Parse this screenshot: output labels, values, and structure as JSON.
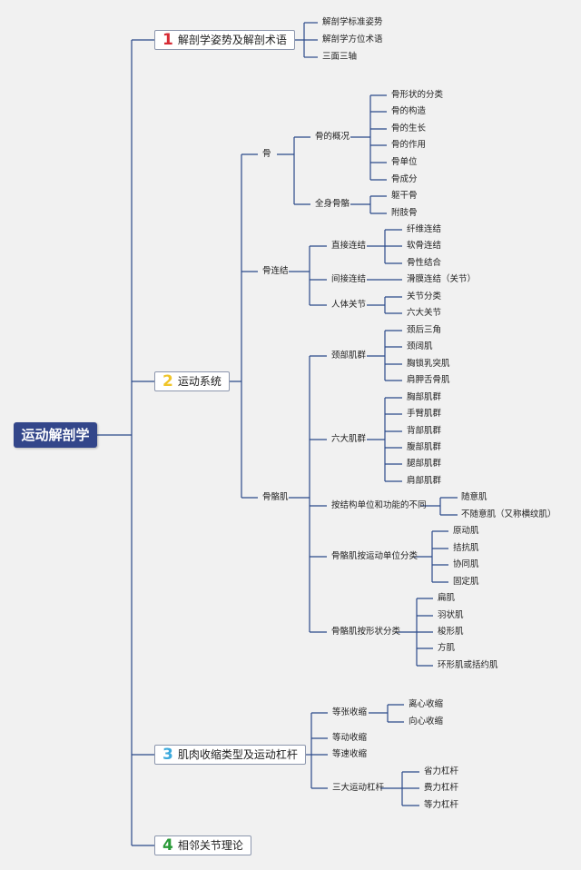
{
  "root": "运动解剖学",
  "branches": [
    {
      "num": "1",
      "label": "解剖学姿势及解剖术语",
      "children": [
        "解剖学标准姿势",
        "解剖学方位术语",
        "三面三轴"
      ]
    },
    {
      "num": "2",
      "label": "运动系统",
      "bone": {
        "label": "骨",
        "overview": {
          "label": "骨的概况",
          "items": [
            "骨形状的分类",
            "骨的构造",
            "骨的生长",
            "骨的作用",
            "骨单位",
            "骨成分"
          ]
        },
        "skeleton": {
          "label": "全身骨骼",
          "items": [
            "躯干骨",
            "附肢骨"
          ]
        }
      },
      "joint": {
        "label": "骨连结",
        "direct": {
          "label": "直接连结",
          "items": [
            "纤维连结",
            "软骨连结",
            "骨性结合"
          ]
        },
        "indirect": {
          "label": "间接连结",
          "items": [
            "滑膜连结（关节）"
          ]
        },
        "human": {
          "label": "人体关节",
          "items": [
            "关节分类",
            "六大关节"
          ]
        }
      },
      "muscle": {
        "label": "骨骼肌",
        "neck": {
          "label": "颈部肌群",
          "items": [
            "颈后三角",
            "颈阔肌",
            "胸锁乳突肌",
            "肩胛舌骨肌"
          ]
        },
        "six": {
          "label": "六大肌群",
          "items": [
            "胸部肌群",
            "手臂肌群",
            "背部肌群",
            "腹部肌群",
            "腿部肌群",
            "肩部肌群"
          ]
        },
        "struct": {
          "label": "按结构单位和功能的不同",
          "items": [
            "随意肌",
            "不随意肌（又称横纹肌）"
          ]
        },
        "motion": {
          "label": "骨骼肌按运动单位分类",
          "items": [
            "原动肌",
            "拮抗肌",
            "协同肌",
            "固定肌"
          ]
        },
        "shape": {
          "label": "骨骼肌按形状分类",
          "items": [
            "扁肌",
            "羽状肌",
            "梭形肌",
            "方肌",
            "环形肌或括约肌"
          ]
        }
      }
    },
    {
      "num": "3",
      "label": "肌肉收缩类型及运动杠杆",
      "isotonic": {
        "label": "等张收缩",
        "items": [
          "离心收缩",
          "向心收缩"
        ]
      },
      "isokinetic": "等动收缩",
      "isovelocity": "等速收缩",
      "lever": {
        "label": "三大运动杠杆",
        "items": [
          "省力杠杆",
          "费力杠杆",
          "等力杠杆"
        ]
      }
    },
    {
      "num": "4",
      "label": "相邻关节理论"
    }
  ]
}
